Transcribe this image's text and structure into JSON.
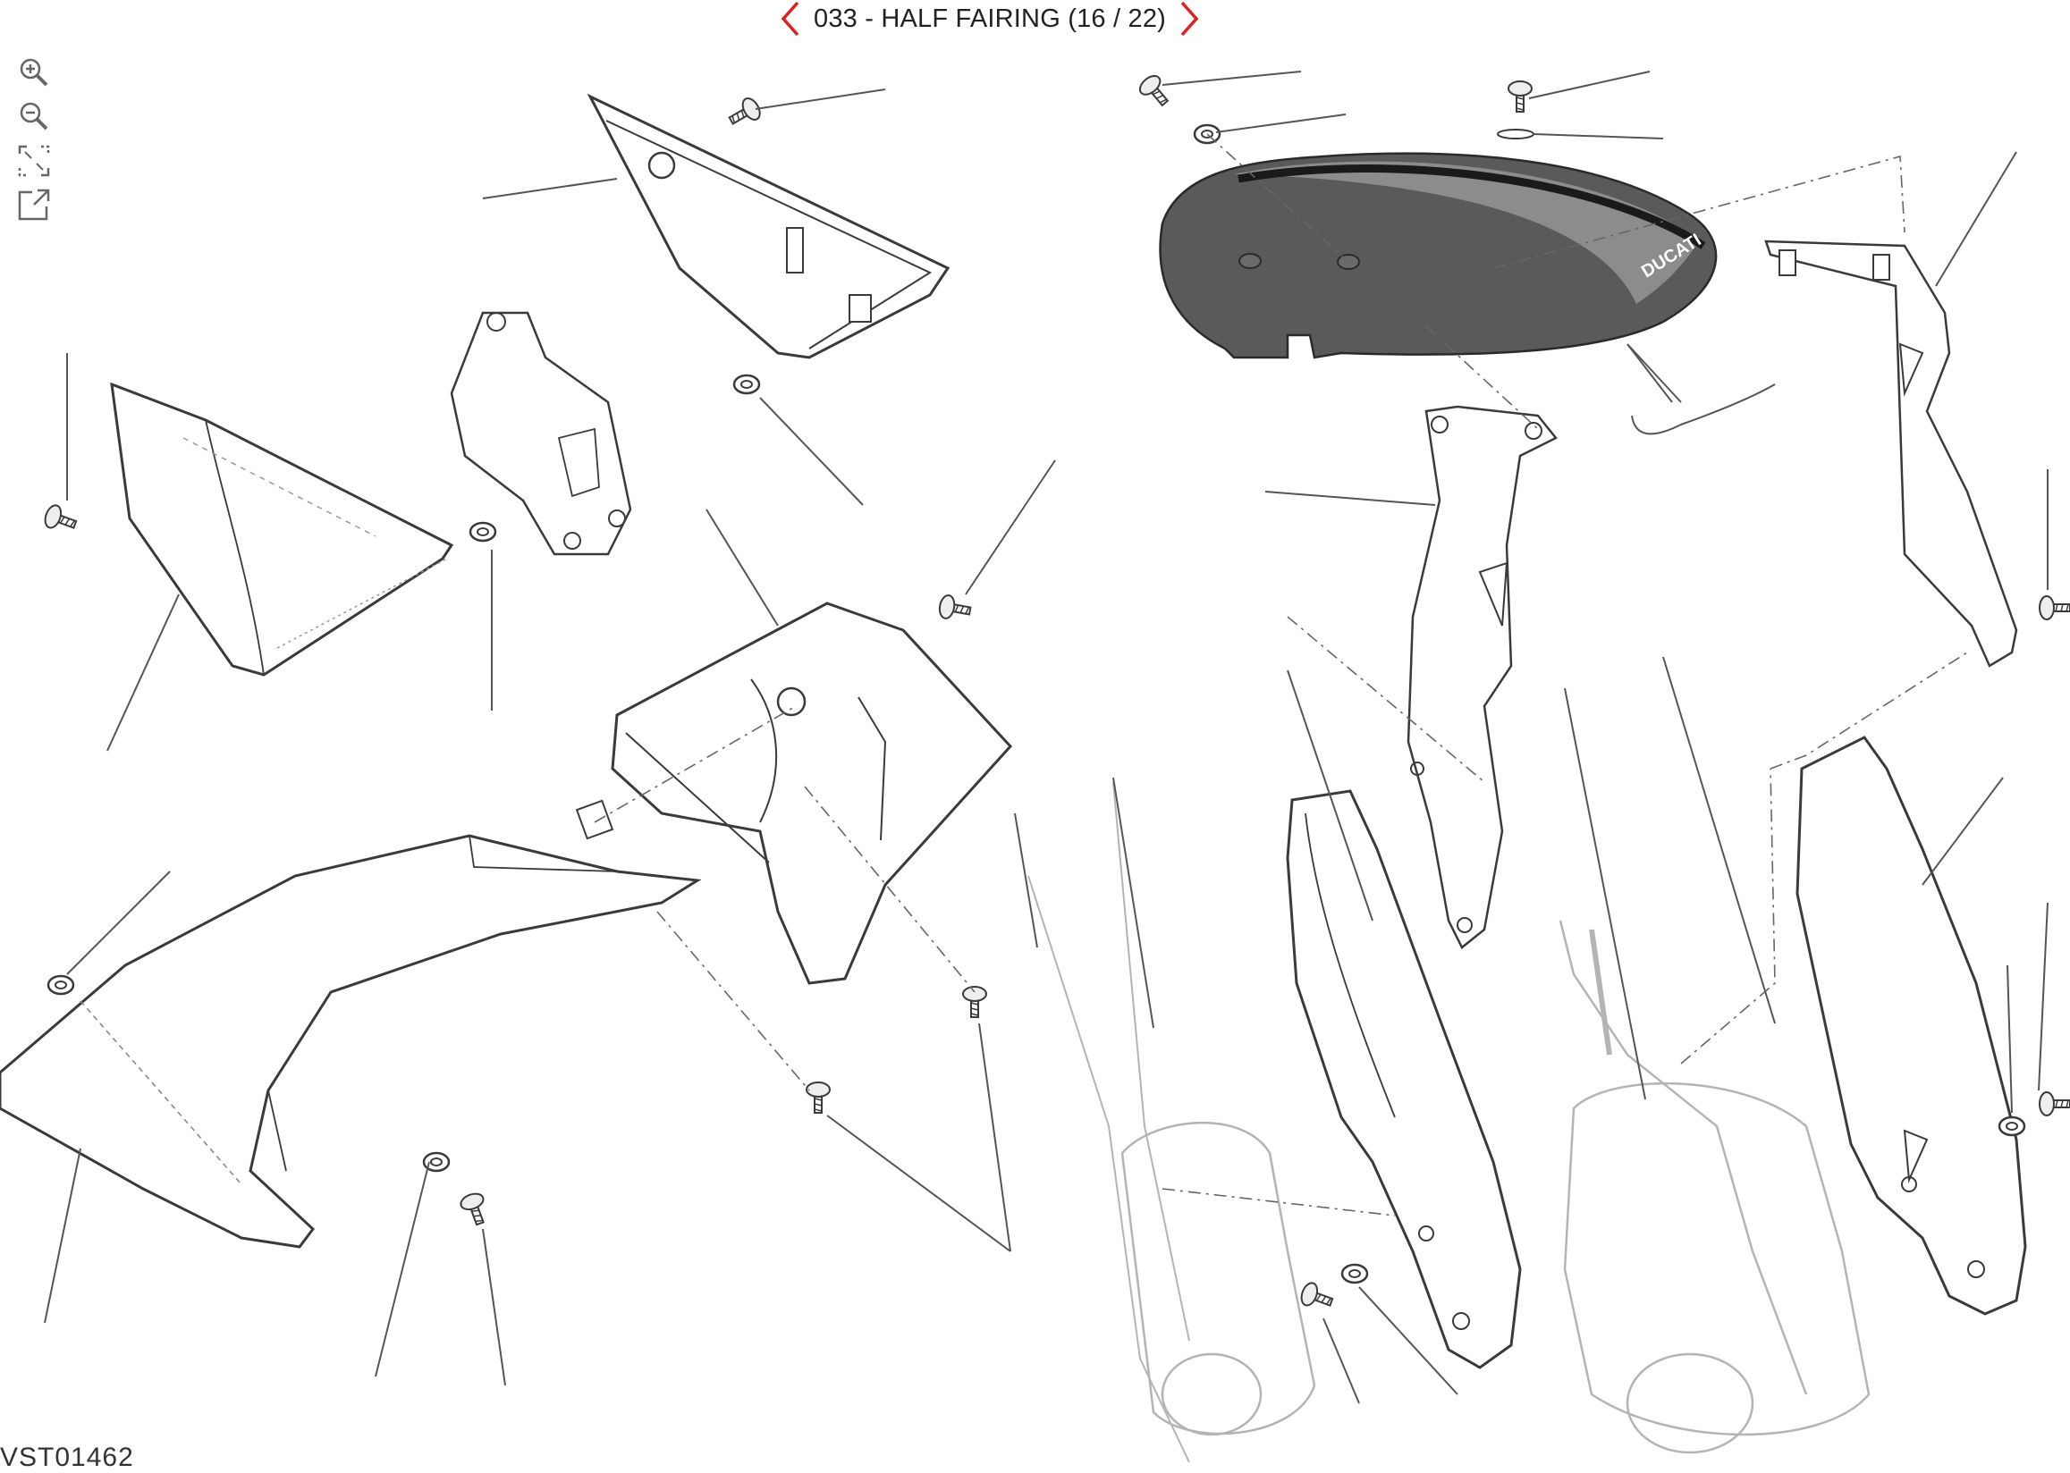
{
  "header": {
    "title": "033 - HALF FAIRING (16 / 22)",
    "prev_icon": "chevron-left-icon",
    "next_icon": "chevron-right-icon",
    "arrow_color": "#e02020"
  },
  "toolbar": {
    "items": [
      {
        "icon": "zoom-in-icon"
      },
      {
        "icon": "zoom-out-icon"
      },
      {
        "icon": "fit-to-screen-icon"
      },
      {
        "icon": "open-in-new-window-icon"
      }
    ]
  },
  "diagram": {
    "drawing_code": "VST01462",
    "brand_text": "DUCATI",
    "colors": {
      "line": "#3a3a3a",
      "leader": "#555555",
      "screen_dark": "#4a4a4a",
      "screen_light": "#8c8c8c"
    }
  }
}
